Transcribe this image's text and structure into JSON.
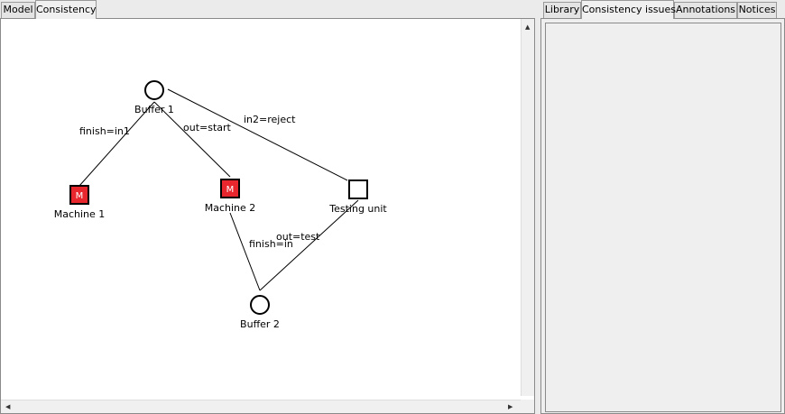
{
  "left_tabs": [
    {
      "label": "Model",
      "active": false
    },
    {
      "label": "Consistency",
      "active": true
    }
  ],
  "right_tabs": [
    {
      "label": "Library",
      "active": false
    },
    {
      "label": "Consistency issues",
      "active": true
    },
    {
      "label": "Annotations",
      "active": false
    },
    {
      "label": "Notices",
      "active": false
    }
  ],
  "diagram": {
    "nodes": {
      "buffer1": {
        "label": "Buffer 1",
        "shape": "circle"
      },
      "machine1": {
        "label": "Machine 1",
        "shape": "square",
        "glyph": "M",
        "fill": "#e8262d"
      },
      "machine2": {
        "label": "Machine 2",
        "shape": "square",
        "glyph": "M",
        "fill": "#e8262d"
      },
      "testing": {
        "label": "Testing unit",
        "shape": "square"
      },
      "buffer2": {
        "label": "Buffer 2",
        "shape": "circle"
      }
    },
    "edges": {
      "b1_m1": "finish=in1",
      "b1_m2": "out=start",
      "b1_tu": "in2=reject",
      "m2_b2": "finish=in",
      "tu_b2": "out=test"
    }
  },
  "colors": {
    "machine_fill": "#e8262d",
    "canvas_bg": "#ffffff",
    "panel_bg": "#efefef"
  }
}
